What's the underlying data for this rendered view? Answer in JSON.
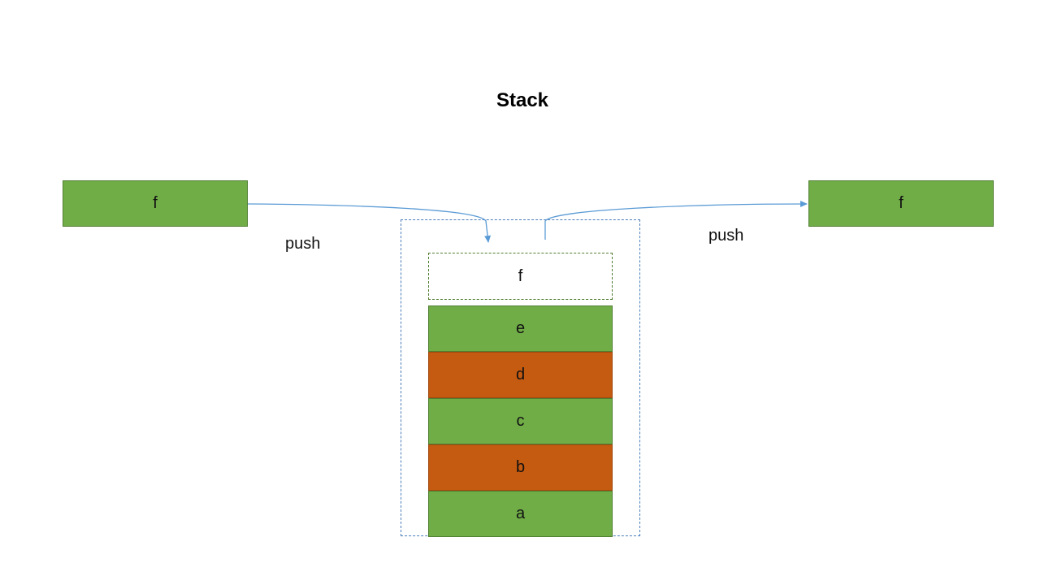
{
  "title": "Stack",
  "left_block": {
    "label": "f"
  },
  "right_block": {
    "label": "f"
  },
  "incoming_slot": {
    "label": "f"
  },
  "stack_items": [
    {
      "label": "e",
      "color": "green"
    },
    {
      "label": "d",
      "color": "orange"
    },
    {
      "label": "c",
      "color": "green"
    },
    {
      "label": "b",
      "color": "orange"
    },
    {
      "label": "a",
      "color": "green"
    }
  ],
  "arrow_labels": {
    "left": "push",
    "right": "push"
  },
  "colors": {
    "green": "#70ad47",
    "orange": "#c55a11",
    "arrow": "#5b9bd5",
    "container_border": "#4a7ebb"
  }
}
